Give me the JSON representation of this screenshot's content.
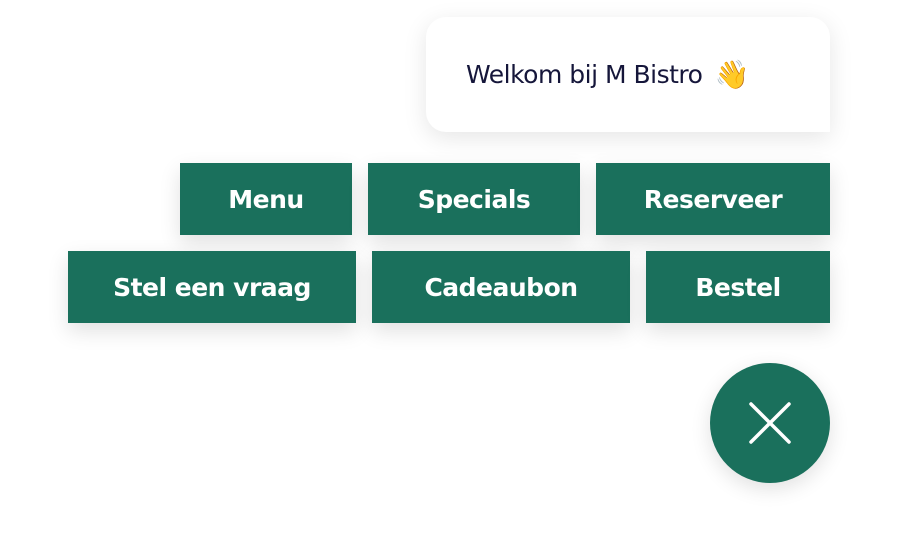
{
  "greeting": {
    "text": "Welkom bij M Bistro",
    "emoji": "👋"
  },
  "buttons": [
    "Menu",
    "Specials",
    "Reserveer",
    "Stel een vraag",
    "Cadeaubon",
    "Bestel"
  ],
  "colors": {
    "accent": "#1a705c"
  }
}
